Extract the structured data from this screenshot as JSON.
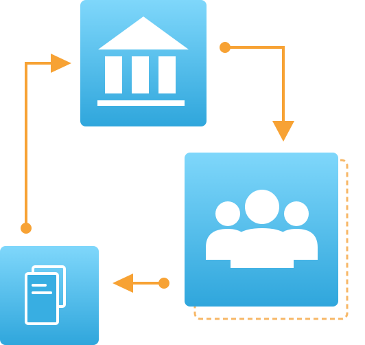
{
  "colors": {
    "box_gradient_top": "#7fd7fb",
    "box_gradient_bottom": "#2fa6dc",
    "arrow": "#f7a234",
    "dashed_border": "#f7b766",
    "icon_fill": "#ffffff"
  },
  "nodes": [
    {
      "id": "bank",
      "icon": "bank-building-icon"
    },
    {
      "id": "people",
      "icon": "people-group-icon"
    },
    {
      "id": "documents",
      "icon": "documents-icon"
    }
  ],
  "edges": [
    {
      "from": "documents",
      "to": "bank"
    },
    {
      "from": "bank",
      "to": "people"
    },
    {
      "from": "people",
      "to": "documents"
    }
  ]
}
